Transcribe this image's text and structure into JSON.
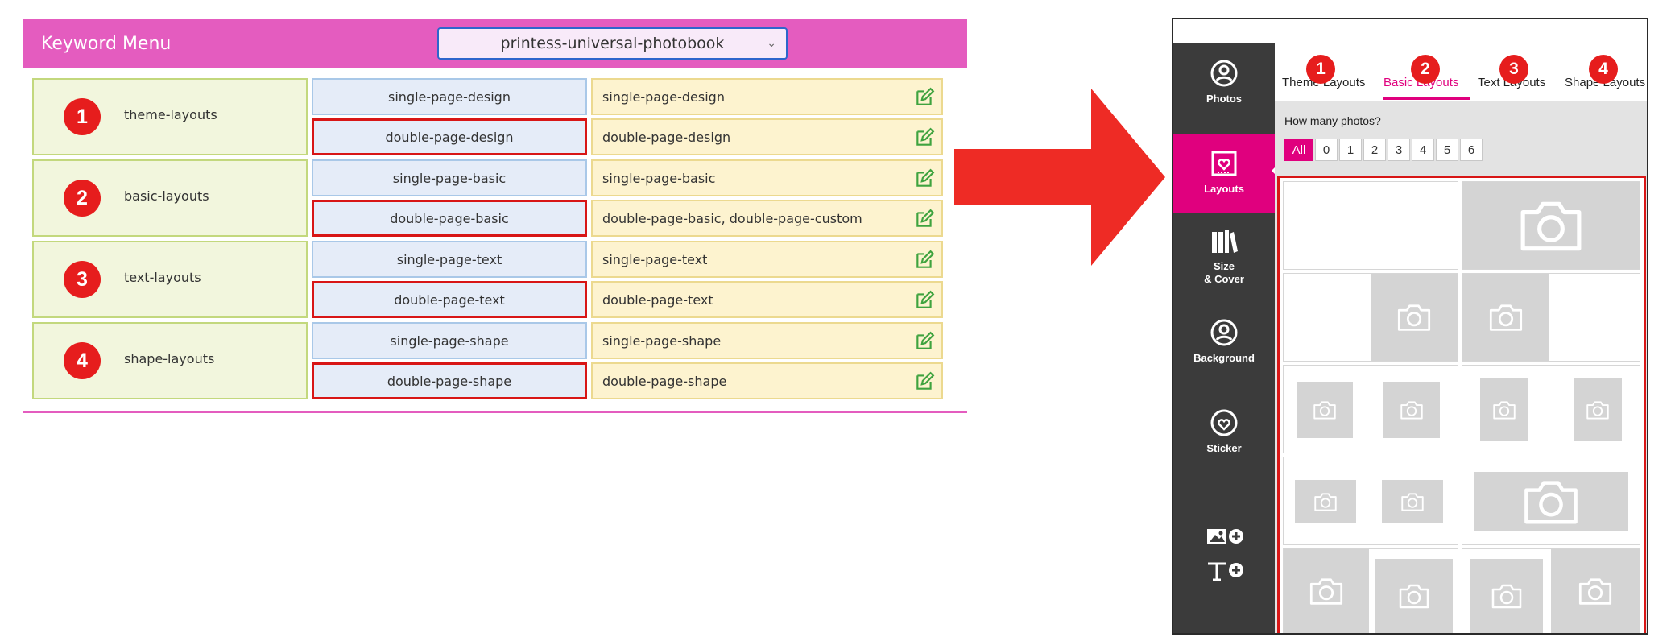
{
  "keyword_menu": {
    "title": "Keyword Menu",
    "selected_theme": "printess-universal-photobook",
    "groups": [
      {
        "number": "1",
        "name": "theme-layouts",
        "rows": [
          {
            "keyword": "single-page-design",
            "value": "single-page-design",
            "highlighted": false
          },
          {
            "keyword": "double-page-design",
            "value": "double-page-design",
            "highlighted": true
          }
        ]
      },
      {
        "number": "2",
        "name": "basic-layouts",
        "rows": [
          {
            "keyword": "single-page-basic",
            "value": "single-page-basic",
            "highlighted": false
          },
          {
            "keyword": "double-page-basic",
            "value": "double-page-basic, double-page-custom",
            "highlighted": true
          }
        ]
      },
      {
        "number": "3",
        "name": "text-layouts",
        "rows": [
          {
            "keyword": "single-page-text",
            "value": "single-page-text",
            "highlighted": false
          },
          {
            "keyword": "double-page-text",
            "value": "double-page-text",
            "highlighted": true
          }
        ]
      },
      {
        "number": "4",
        "name": "shape-layouts",
        "rows": [
          {
            "keyword": "single-page-shape",
            "value": "single-page-shape",
            "highlighted": false
          },
          {
            "keyword": "double-page-shape",
            "value": "double-page-shape",
            "highlighted": true
          }
        ]
      }
    ]
  },
  "editor": {
    "sidebar": [
      {
        "label": "Photos",
        "icon": "user-circle-icon",
        "active": false
      },
      {
        "label": "Layouts",
        "icon": "layout-heart-icon",
        "active": true
      },
      {
        "label": "Size\n& Cover",
        "icon": "books-icon",
        "active": false
      },
      {
        "label": "Background",
        "icon": "user-circle-icon",
        "active": false
      },
      {
        "label": "Sticker",
        "icon": "sticker-heart-icon",
        "active": false
      }
    ],
    "sidebar_extra_icons": [
      "add-image-icon",
      "add-text-icon"
    ],
    "tabs": [
      {
        "number": "1",
        "label": "Theme Layouts",
        "active": false
      },
      {
        "number": "2",
        "label": "Basic Layouts",
        "active": true
      },
      {
        "number": "3",
        "label": "Text Layouts",
        "active": false
      },
      {
        "number": "4",
        "label": "Shape Layouts",
        "active": false
      }
    ],
    "photo_count_label": "How many photos?",
    "photo_count_options": [
      "All",
      "0",
      "1",
      "2",
      "3",
      "4",
      "5",
      "6"
    ],
    "photo_count_selected": "All"
  },
  "colors": {
    "menu_header": "#e45cbf",
    "accent_pink": "#e0007e",
    "badge_red": "#e61d1d",
    "highlight_red": "#d81616",
    "arrow_red": "#ee2b25",
    "edit_icon_green": "#3fa33f"
  }
}
